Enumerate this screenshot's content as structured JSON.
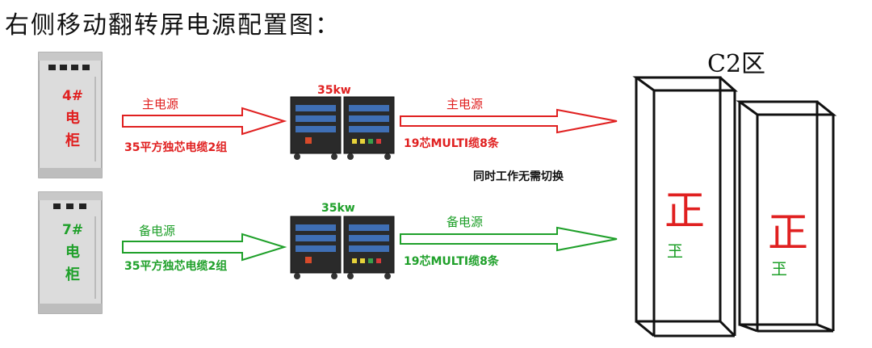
{
  "title": "右侧移动翻转屏电源配置图：",
  "zone_label": "C2区",
  "sync_note": "同时工作无需切换",
  "colors": {
    "main": "#e02020",
    "backup": "#1fa02a",
    "cabinet": "#d8d8d8",
    "box": "#2a2a2a"
  },
  "rows": [
    {
      "cabinet_number": "4#",
      "cabinet_text": "电柜",
      "power_label": "主电源",
      "cable_in": "35平方独芯电缆2组",
      "box_power": "35kw",
      "power_label_out": "主电源",
      "cable_out": "19芯MULTI缆8条"
    },
    {
      "cabinet_number": "7#",
      "cabinet_text": "电柜",
      "power_label": "备电源",
      "cable_in": "35平方独芯电缆2组",
      "box_power": "35kw",
      "power_label_out": "备电源",
      "cable_out": "19芯MULTI缆8条"
    }
  ],
  "screens": [
    {
      "big_char": "正",
      "small_char": "玊"
    },
    {
      "big_char": "正",
      "small_char": "玊"
    }
  ]
}
